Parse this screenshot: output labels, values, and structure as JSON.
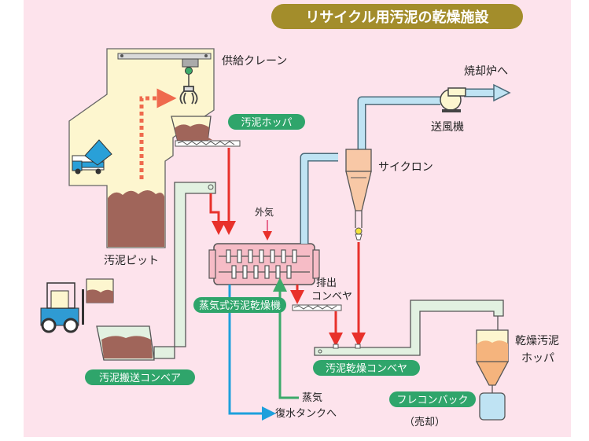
{
  "title": "リサイクル用汚泥の乾燥施設",
  "labels": {
    "crane": "供給クレーン",
    "incinerator": "焼却炉へ",
    "blower": "送風機",
    "cyclone": "サイクロン",
    "hopper": "汚泥ホッパ",
    "pit": "汚泥ピット",
    "outside_air": "外気",
    "dryer": "蒸気式汚泥乾燥機",
    "discharge_conveyor_line1": "排出",
    "discharge_conveyor_line2": "コンベヤ",
    "transport_conveyor": "汚泥搬送コンベア",
    "dry_conveyor": "汚泥乾燥コンベヤ",
    "dry_hopper_line1": "乾燥汚泥",
    "dry_hopper_line2": "ホッパ",
    "steam": "蒸気",
    "condensate": "復水タンクへ",
    "flexible_container": "フレコンバック",
    "sold": "（売却）"
  },
  "colors": {
    "background": "#fde3ec",
    "building": "#fdf6cf",
    "sludge": "#a0655a",
    "equipment": "#e2f1e1",
    "label_badge": "#2fa56b",
    "title_badge": "#a38d2b",
    "air_duct": "#bfe3f3",
    "red_flow": "#e8312b",
    "blue_flow": "#1ea0dc",
    "green_flow": "#3caa6a"
  }
}
